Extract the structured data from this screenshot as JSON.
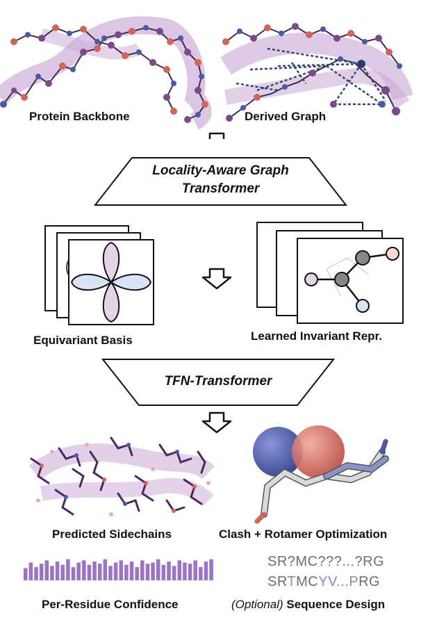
{
  "top": {
    "left_label": "Protein Backbone",
    "right_label": "Derived Graph"
  },
  "blocks": {
    "first_transformer_line1": "Locality-Aware Graph",
    "first_transformer_line2": "Transformer",
    "second_transformer": "TFN-Transformer"
  },
  "middle": {
    "left_label": "Equivariant Basis",
    "right_label": "Learned Invariant Repr."
  },
  "bottom": {
    "left_label": "Predicted Sidechains",
    "right_label": "Clash + Rotamer Optimization",
    "confidence_label": "Per-Residue Confidence",
    "sequence_prefix": "(Optional)",
    "sequence_label": "Sequence Design",
    "sequence_input": "SR?MC???...?RG",
    "sequence_output_parts": [
      "SR",
      "T",
      "MC",
      "YV...",
      "P",
      "RG"
    ]
  },
  "confidence_values": [
    0.55,
    0.8,
    0.6,
    0.75,
    0.9,
    0.65,
    0.85,
    0.7,
    0.95,
    0.6,
    0.8,
    0.9,
    0.7,
    0.85,
    0.75,
    0.95,
    0.65,
    0.8,
    0.9,
    0.7,
    0.85,
    0.6,
    0.9,
    0.75,
    0.8,
    0.95,
    0.7,
    0.85,
    0.65,
    0.9,
    0.8,
    0.75,
    0.9,
    0.6,
    0.85,
    0.95
  ],
  "colors": {
    "purple_dark": "#4a2a5e",
    "purple_ribbon": "#c9a7d6",
    "node_blue": "#4a5aa8",
    "node_red": "#d0655a",
    "bar_purple": "#9b74c4",
    "lobe_purple": "#e5d4e8",
    "lobe_blue": "#d8e4f5"
  }
}
